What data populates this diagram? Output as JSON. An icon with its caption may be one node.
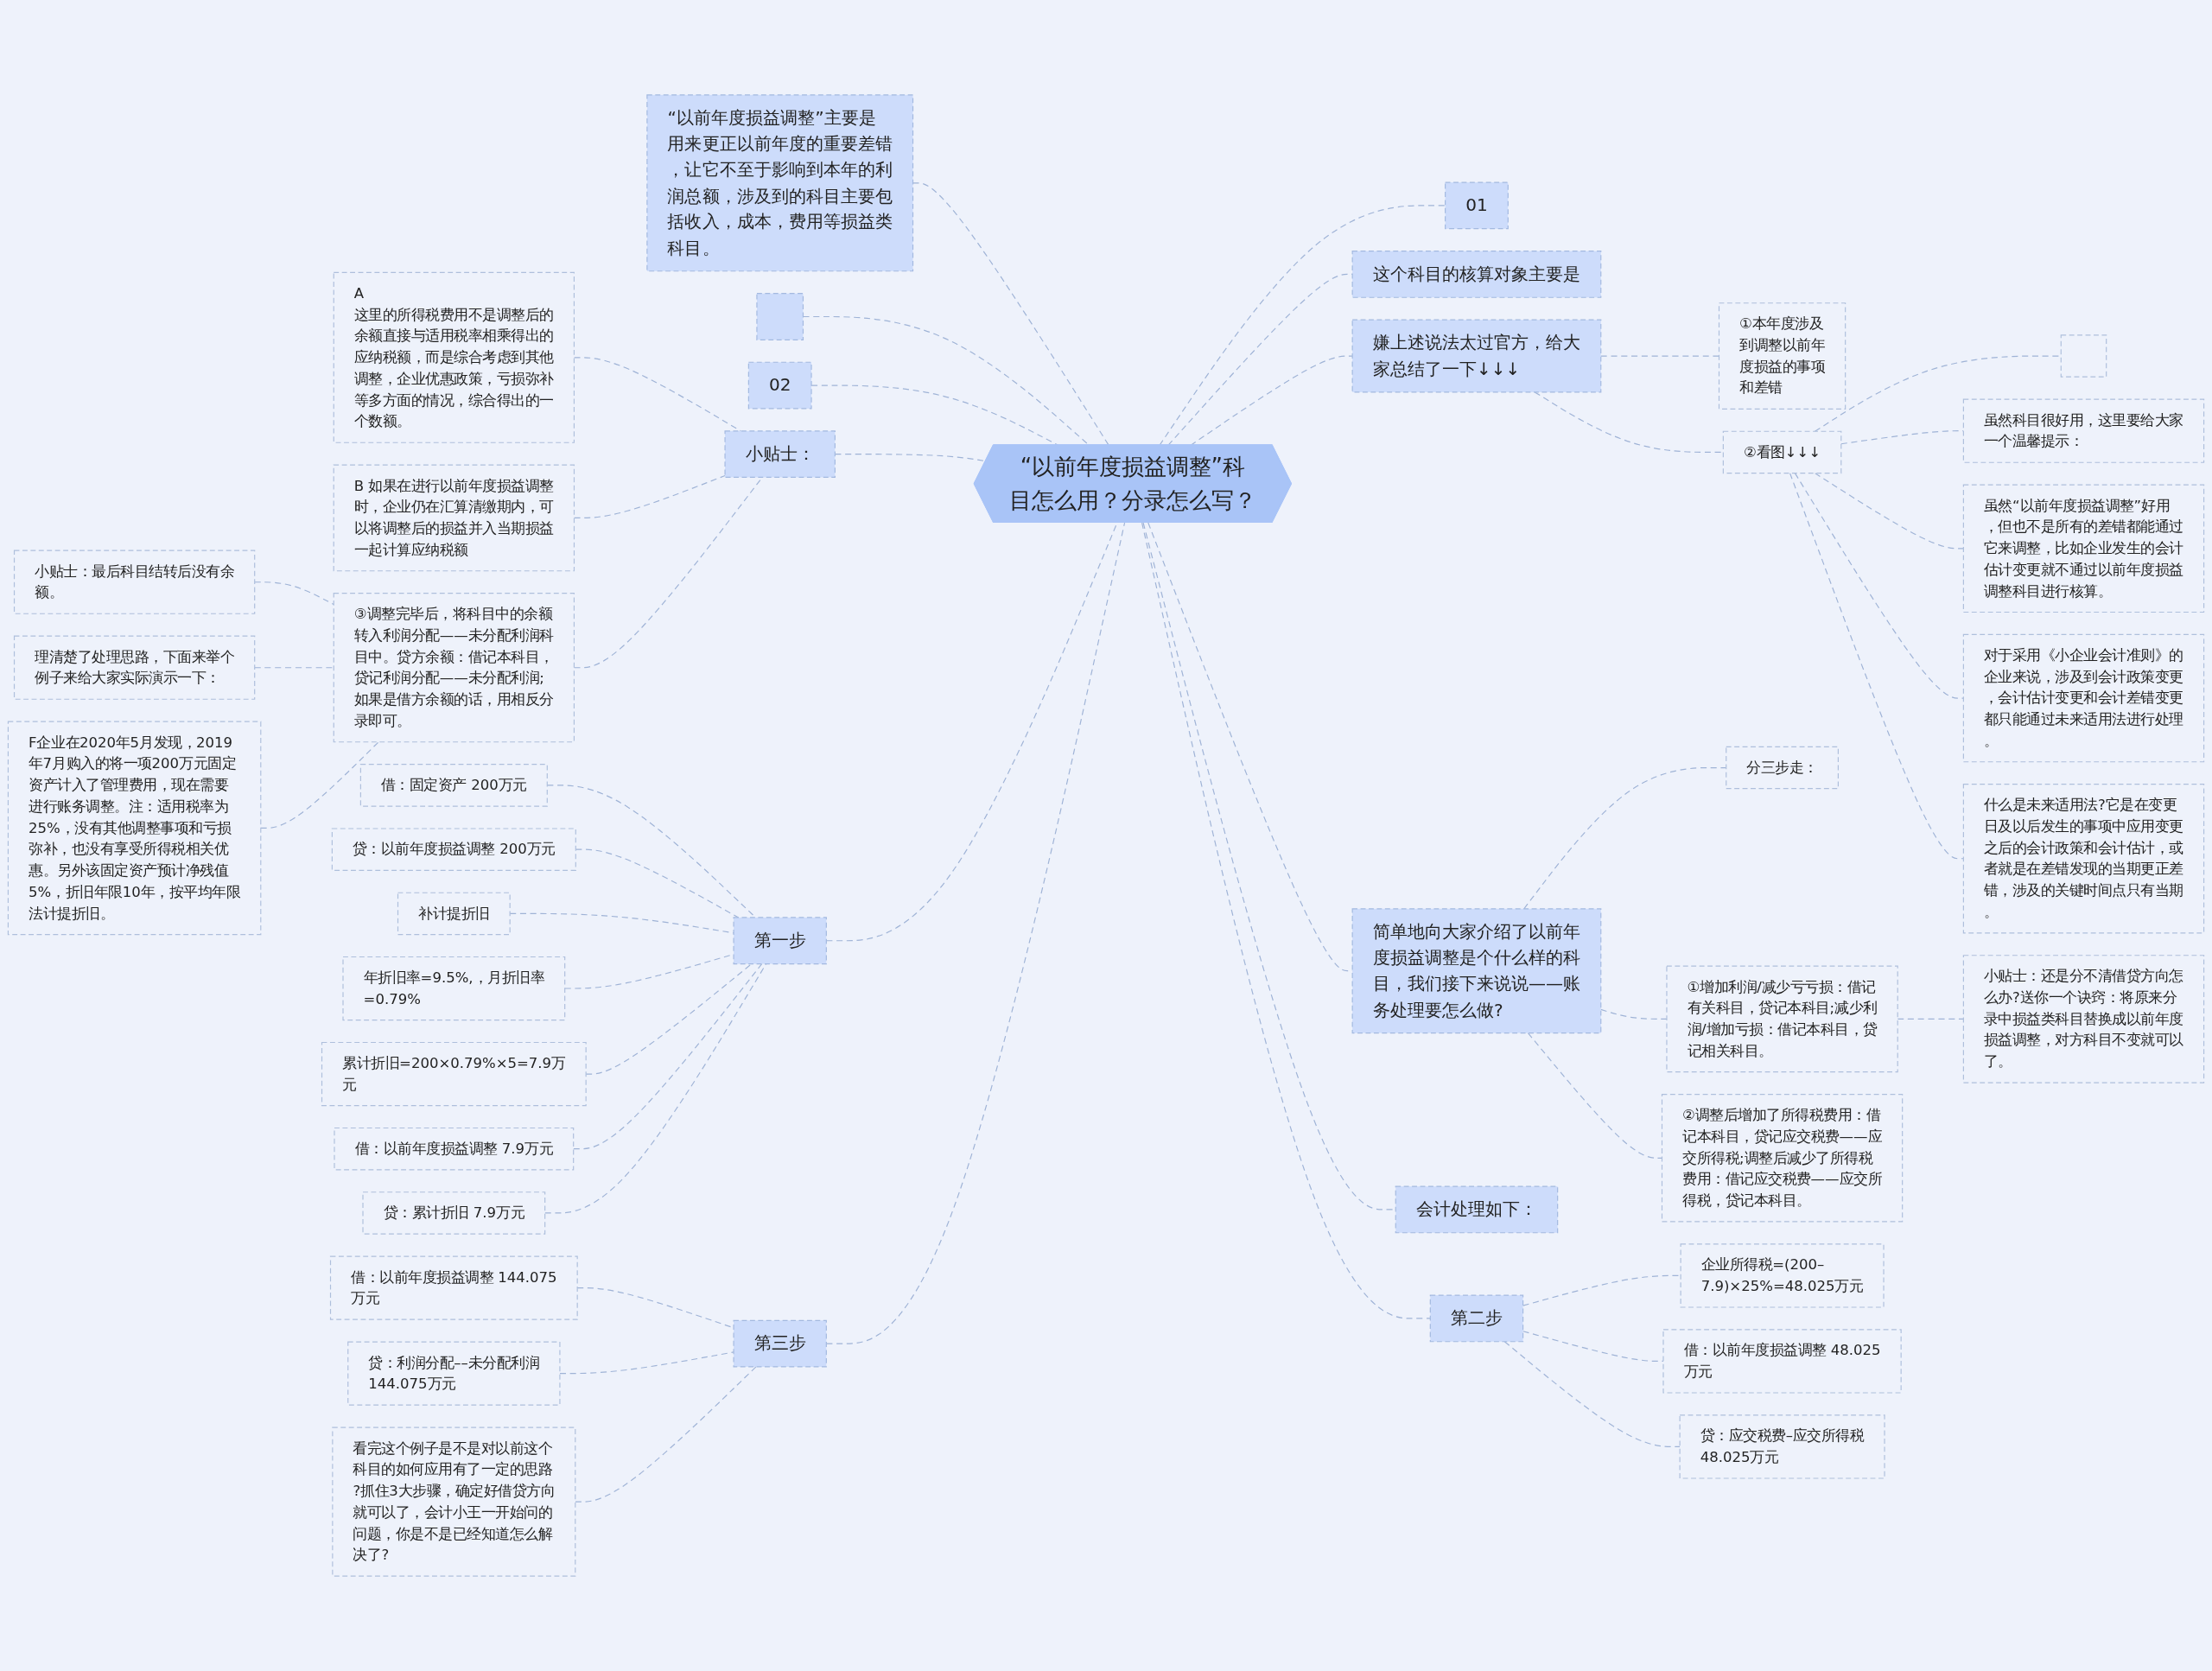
{
  "diagram": {
    "nodes": [
      {
        "text": [
          "“以前年度损益调整”科目怎么用？分录怎么写？"
        ]
      },
      {
        "text": [
          "01"
        ]
      },
      {
        "text": [
          "这个科目的核算对象主要是"
        ]
      },
      {
        "text": [
          "嫌上述说法太过官方，给大家总结了一下↓↓↓"
        ]
      },
      {
        "text": [
          "①本年度涉及到调整以前年度损益的事项和差错"
        ]
      },
      {
        "text": [
          "②看图↓↓↓"
        ]
      },
      {
        "text": [],
        "shape": "box"
      },
      {
        "text": [
          "虽然科目很好用，这里要给大家一个温馨提示："
        ]
      },
      {
        "text": [
          "虽然“以前年度损益调整”好用，但也不是所有的差错都能通过它来调整，比如企业发生的会计估计变更就不通过以前年度损益调整科目进行核算。"
        ]
      },
      {
        "text": [
          "对于采用《小企业会计准则》的企业来说，涉及到会计政策变更，会计估计变更和会计差错变更都只能通过未来适用法进行处理。"
        ]
      },
      {
        "text": [
          "什么是未来适用法?它是在变更日及以后发生的事项中应用变更之后的会计政策和会计估计，或者就是在差错发现的当期更正差错，涉及的关键时间点只有当期。"
        ]
      },
      {
        "text": [
          "简单地向大家介绍了以前年度损益调整是个什么样的科目，我们接下来说说——账务处理要怎么做?"
        ]
      },
      {
        "text": [
          "分三步走："
        ]
      },
      {
        "text": [
          "①增加利润/减少亏亏损：借记有关科目，贷记本科目;减少利润/增加亏损：借记本科目，贷记相关科目。"
        ]
      },
      {
        "text": [
          "小贴士：还是分不清借贷方向怎么办?送你一个诀窍：将原来分录中损益类科目替换成以前年度损益调整，对方科目不变就可以了。"
        ]
      },
      {
        "text": [
          "②调整后增加了所得税费用：借记本科目，贷记应交税费——应交所得税;调整后减少了所得税费用：借记应交税费——应交所得税，贷记本科目。"
        ]
      },
      {
        "text": [
          "会计处理如下："
        ]
      },
      {
        "text": [
          "第二步"
        ]
      },
      {
        "text": [
          "企业所得税=(200–7.9)×25%=48.025万元"
        ]
      },
      {
        "text": [
          "借：以前年度损益调整 48.025万元"
        ]
      },
      {
        "text": [
          "贷：应交税费–应交所得税 48.025万元"
        ]
      },
      {
        "text": [
          "“以前年度损益调整”主要是用来更正以前年度的重要差错，让它不至于影响到本年的利润总额，涉及到的科目主要包括收入，成本，费用等损益类科目。"
        ]
      },
      {
        "text": [],
        "shape": "box"
      },
      {
        "text": [
          "02"
        ]
      },
      {
        "text": [
          "小贴士："
        ]
      },
      {
        "text": [
          "A",
          "这里的所得税费用不是调整后的余额直接与适用税率相乘得出的应纳税额，而是综合考虑到其他调整，企业优惠政策，亏损弥补等多方面的情况，综合得出的一个数额。"
        ]
      },
      {
        "text": [
          "B 如果在进行以前年度损益调整时，企业仍在汇算清缴期内，可以将调整后的损益并入当期损益一起计算应纳税额"
        ]
      },
      {
        "text": [
          "③调整完毕后，将科目中的余额转入利润分配——未分配利润科目中。贷方余额：借记本科目，贷记利润分配——未分配利润;如果是借方余额的话，用相反分录即可。"
        ]
      },
      {
        "text": [
          "小贴士：最后科目结转后没有余额。"
        ]
      },
      {
        "text": [
          "理清楚了处理思路，下面来举个例子来给大家实际演示一下："
        ]
      },
      {
        "text": [
          "F企业在2020年5月发现，2019年7月购入的将一项200万元固定资产计入了管理费用，现在需要进行账务调整。注：适用税率为25%，没有其他调整事项和亏损弥补，也没有享受所得税相关优惠。另外该固定资产预计净残值5%，折旧年限10年，按平均年限法计提折旧。"
        ]
      },
      {
        "text": [
          "第一步"
        ]
      },
      {
        "text": [
          "借：固定资产 200万元"
        ]
      },
      {
        "text": [
          "贷：以前年度损益调整 200万元"
        ]
      },
      {
        "text": [
          "补计提折旧"
        ]
      },
      {
        "text": [
          "年折旧率=9.5%,，月折旧率=0.79%"
        ]
      },
      {
        "text": [
          "累计折旧=200×0.79%×5=7.9万元"
        ]
      },
      {
        "text": [
          "借：以前年度损益调整 7.9万元"
        ]
      },
      {
        "text": [
          "贷：累计折旧 7.9万元"
        ]
      },
      {
        "text": [
          "第三步"
        ]
      },
      {
        "text": [
          "借：以前年度损益调整 144.075万元"
        ]
      },
      {
        "text": [
          "贷：利润分配––未分配利润 144.075万元"
        ]
      },
      {
        "text": [
          "看完这个例子是不是对以前这个科目的如何应用有了一定的思路?抓住3大步骤，确定好借贷方向就可以了，会计小王一开始问的问题，你是不是已经知道怎么解决了?"
        ]
      }
    ],
    "edges": [
      {
        "from": 0,
        "to": 1,
        "arrow": "none",
        "style": "dashed"
      },
      {
        "from": 0,
        "to": 2,
        "arrow": "none",
        "style": "dashed"
      },
      {
        "from": 0,
        "to": 3,
        "arrow": "none",
        "style": "dashed"
      },
      {
        "from": 3,
        "to": 4,
        "arrow": "none",
        "style": "dashed"
      },
      {
        "from": 3,
        "to": 5,
        "arrow": "none",
        "style": "dashed"
      },
      {
        "from": 5,
        "to": 6,
        "arrow": "none",
        "style": "dashed"
      },
      {
        "from": 5,
        "to": 7,
        "arrow": "none",
        "style": "dashed"
      },
      {
        "from": 5,
        "to": 8,
        "arrow": "none",
        "style": "dashed"
      },
      {
        "from": 5,
        "to": 9,
        "arrow": "none",
        "style": "dashed"
      },
      {
        "from": 5,
        "to": 10,
        "arrow": "none",
        "style": "dashed"
      },
      {
        "from": 0,
        "to": 11,
        "arrow": "none",
        "style": "dashed"
      },
      {
        "from": 11,
        "to": 12,
        "arrow": "none",
        "style": "dashed"
      },
      {
        "from": 11,
        "to": 13,
        "arrow": "none",
        "style": "dashed"
      },
      {
        "from": 13,
        "to": 14,
        "arrow": "none",
        "style": "dashed"
      },
      {
        "from": 11,
        "to": 15,
        "arrow": "none",
        "style": "dashed"
      },
      {
        "from": 0,
        "to": 16,
        "arrow": "none",
        "style": "dashed"
      },
      {
        "from": 0,
        "to": 17,
        "arrow": "none",
        "style": "dashed"
      },
      {
        "from": 17,
        "to": 18,
        "arrow": "none",
        "style": "dashed"
      },
      {
        "from": 17,
        "to": 19,
        "arrow": "none",
        "style": "dashed"
      },
      {
        "from": 17,
        "to": 20,
        "arrow": "none",
        "style": "dashed"
      },
      {
        "from": 21,
        "to": 0,
        "arrow": "none",
        "style": "dashed"
      },
      {
        "from": 22,
        "to": 0,
        "arrow": "none",
        "style": "dashed"
      },
      {
        "from": 23,
        "to": 0,
        "arrow": "none",
        "style": "dashed"
      },
      {
        "from": 24,
        "to": 0,
        "arrow": "none",
        "style": "dashed"
      },
      {
        "from": 25,
        "to": 24,
        "arrow": "none",
        "style": "dashed"
      },
      {
        "from": 26,
        "to": 24,
        "arrow": "none",
        "style": "dashed"
      },
      {
        "from": 27,
        "to": 24,
        "arrow": "none",
        "style": "dashed"
      },
      {
        "from": 28,
        "to": 27,
        "arrow": "none",
        "style": "dashed"
      },
      {
        "from": 29,
        "to": 27,
        "arrow": "none",
        "style": "dashed"
      },
      {
        "from": 30,
        "to": 27,
        "arrow": "none",
        "style": "dashed"
      },
      {
        "from": 31,
        "to": 0,
        "arrow": "none",
        "style": "dashed"
      },
      {
        "from": 32,
        "to": 31,
        "arrow": "none",
        "style": "dashed"
      },
      {
        "from": 33,
        "to": 31,
        "arrow": "none",
        "style": "dashed"
      },
      {
        "from": 34,
        "to": 31,
        "arrow": "none",
        "style": "dashed"
      },
      {
        "from": 35,
        "to": 31,
        "arrow": "none",
        "style": "dashed"
      },
      {
        "from": 36,
        "to": 31,
        "arrow": "none",
        "style": "dashed"
      },
      {
        "from": 37,
        "to": 31,
        "arrow": "none",
        "style": "dashed"
      },
      {
        "from": 38,
        "to": 31,
        "arrow": "none",
        "style": "dashed"
      },
      {
        "from": 39,
        "to": 0,
        "arrow": "none",
        "style": "dashed"
      },
      {
        "from": 40,
        "to": 39,
        "arrow": "none",
        "style": "dashed"
      },
      {
        "from": 41,
        "to": 39,
        "arrow": "none",
        "style": "dashed"
      },
      {
        "from": 42,
        "to": 39,
        "arrow": "none",
        "style": "dashed"
      }
    ]
  }
}
